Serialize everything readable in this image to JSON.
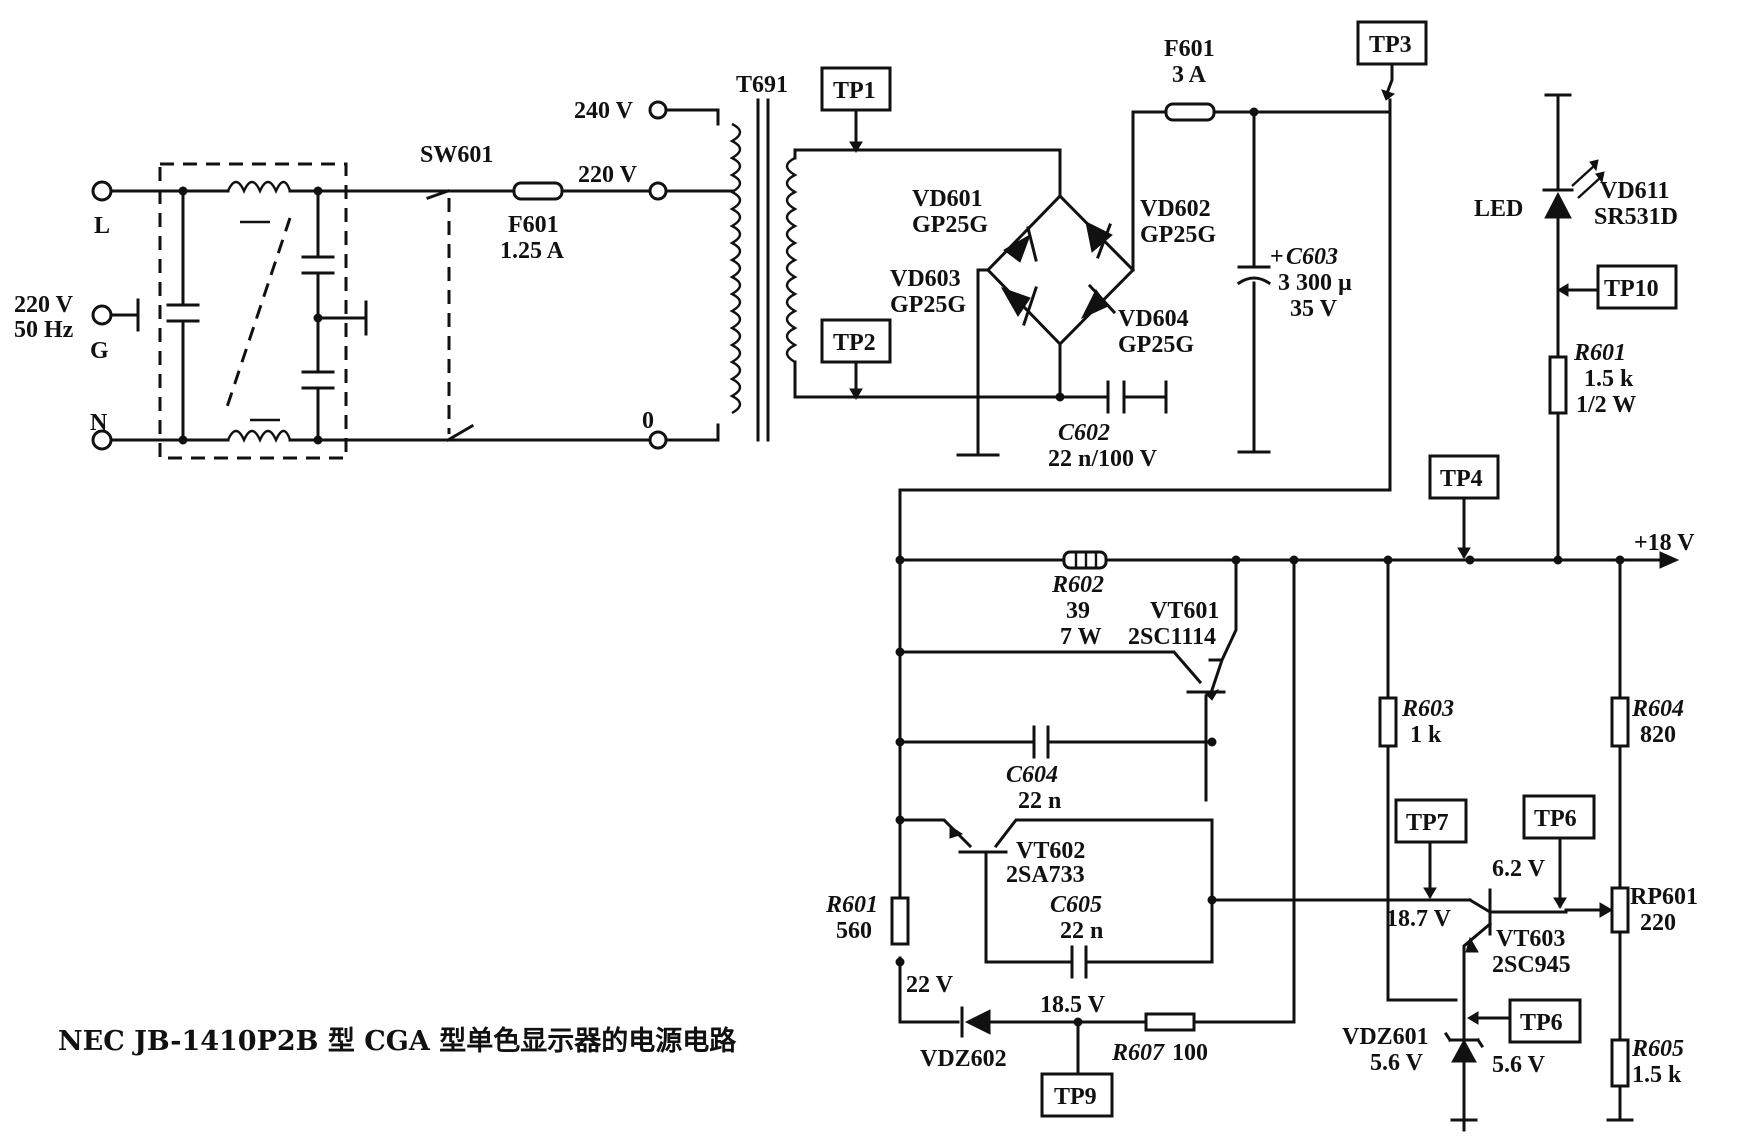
{
  "title": "NEC JB-1410P2B 型 CGA 型单色显示器的电源电路",
  "mains": {
    "L": "L",
    "G": "G",
    "N": "N",
    "voltage": "220 V",
    "freq": "50 Hz"
  },
  "switch": {
    "name": "SW601"
  },
  "fuse1": {
    "name": "F601",
    "rating": "1.25 A"
  },
  "taps": {
    "v240": "240 V",
    "v220": "220 V",
    "v0": "0"
  },
  "transformer": {
    "name": "T691"
  },
  "bridge": {
    "d1": {
      "name": "VD601",
      "type": "GP25G"
    },
    "d2": {
      "name": "VD602",
      "type": "GP25G"
    },
    "d3": {
      "name": "VD603",
      "type": "GP25G"
    },
    "d4": {
      "name": "VD604",
      "type": "GP25G"
    }
  },
  "fuse2": {
    "name": "F601",
    "rating": "3 A"
  },
  "c602": {
    "name": "C602",
    "value": "22 n/100 V"
  },
  "c603": {
    "name": "C603",
    "value": "3 300 µ",
    "voltage": "35 V",
    "polarity": "+"
  },
  "led": {
    "label": "LED",
    "name": "VD611",
    "type": "SR531D"
  },
  "r601_top": {
    "name": "R601",
    "value": "1.5 k",
    "power": "1/2 W"
  },
  "output": {
    "rail": "+18 V"
  },
  "r602": {
    "name": "R602",
    "value": "39",
    "power": "7 W"
  },
  "vt601": {
    "name": "VT601",
    "type": "2SC1114"
  },
  "c604": {
    "name": "C604",
    "value": "22 n"
  },
  "vt602": {
    "name": "VT602",
    "type": "2SA733"
  },
  "c605": {
    "name": "C605",
    "value": "22 n"
  },
  "r601_low": {
    "name": "R601",
    "value": "560"
  },
  "node_22v": "22 V",
  "node_185v": "18.5 V",
  "vdz602": {
    "name": "VDZ602"
  },
  "r607": {
    "name": "R607",
    "value": "100"
  },
  "r603": {
    "name": "R603",
    "value": "1 k"
  },
  "r604": {
    "name": "R604",
    "value": "820"
  },
  "rp601": {
    "name": "RP601",
    "value": "220"
  },
  "vt603": {
    "name": "VT603",
    "type": "2SC945"
  },
  "node_62v": "6.2 V",
  "node_187v": "18.7 V",
  "vdz601": {
    "name": "VDZ601",
    "voltage": "5.6 V"
  },
  "node_56v": "5.6 V",
  "r605": {
    "name": "R605",
    "value": "1.5 k"
  },
  "testpoints": {
    "tp1": "TP1",
    "tp2": "TP2",
    "tp3": "TP3",
    "tp4": "TP4",
    "tp6a": "TP6",
    "tp6b": "TP6",
    "tp7": "TP7",
    "tp9": "TP9",
    "tp10": "TP10"
  }
}
